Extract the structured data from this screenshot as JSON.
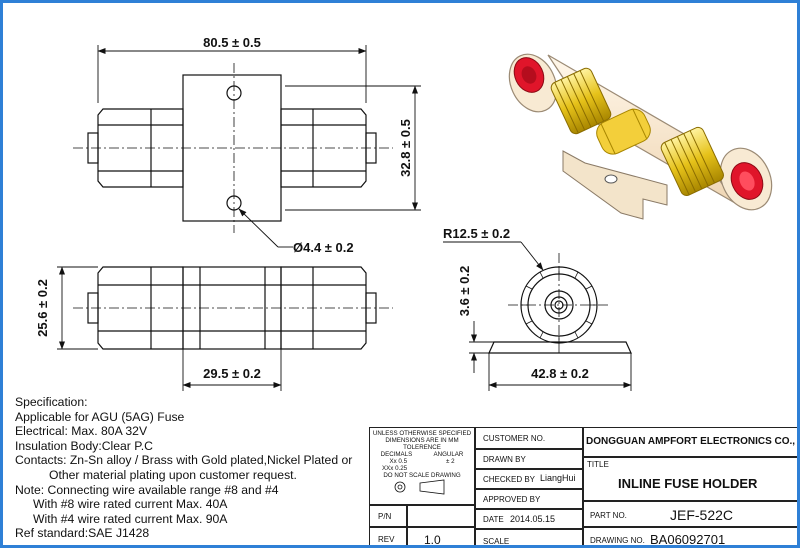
{
  "dimensions": {
    "overall_length": "80.5 ± 0.5",
    "height_with_holes": "32.8 ± 0.5",
    "hole_diameter": "Ø4.4 ± 0.2",
    "body_height": "25.6 ± 0.2",
    "center_length": "29.5 ± 0.2",
    "radius": "R12.5 ± 0.2",
    "base_thickness": "3.6 ± 0.2",
    "base_width": "42.8 ± 0.2"
  },
  "specification": {
    "lines": [
      "Specification:",
      "Applicable for AGU (5AG) Fuse",
      "Electrical: Max. 80A 32V",
      "Insulation Body:Clear P.C",
      "Contacts: Zn-Sn alloy / Brass with Gold plated,Nickel Plated or",
      "Other material plating upon customer request.",
      "Note: Connecting wire available range #8 and #4",
      "With #8 wire rated current Max. 40A",
      "With #4 wire rated current Max. 90A",
      "Ref standard:SAE J1428"
    ]
  },
  "title_block": {
    "tolerance": {
      "line1": "UNLESS OTHERWISE SPECIFIED",
      "line2": "DIMENSIONS ARE IN MM",
      "line3": "TOLERENCE",
      "decimals_label": "DECIMALS",
      "angular_label": "ANGULAR",
      "decimals_x": "Xx  0.5",
      "decimals_xx": "XXx 0.25",
      "angular_value": "± 2",
      "no_scale": "DO NOT SCALE DRAWING"
    },
    "pn_label": "P/N",
    "rev_label": "REV",
    "rev_value": "1.0",
    "customer_no_label": "CUSTOMER NO.",
    "drawn_by_label": "DRAWN BY",
    "checked_by_label": "CHECKED BY",
    "checked_by_value": "LiangHui",
    "approved_by_label": "APPROVED BY",
    "date_label": "DATE",
    "date_value": "2014.05.15",
    "scale_label": "SCALE",
    "company": "DONGGUAN AMPFORT ELECTRONICS CO., LTD",
    "title_label": "TITLE",
    "title_value": "INLINE FUSE HOLDER",
    "part_no_label": "PART NO.",
    "part_no_value": "JEF-522C",
    "drawing_no_label": "DRAWING NO.",
    "drawing_no_value": "BA06092701"
  },
  "colors": {
    "border": "#2f80d6",
    "contact_gold": "#e6c21a",
    "cap_red": "#e0152a",
    "clear_body": "#f6e6cc"
  }
}
